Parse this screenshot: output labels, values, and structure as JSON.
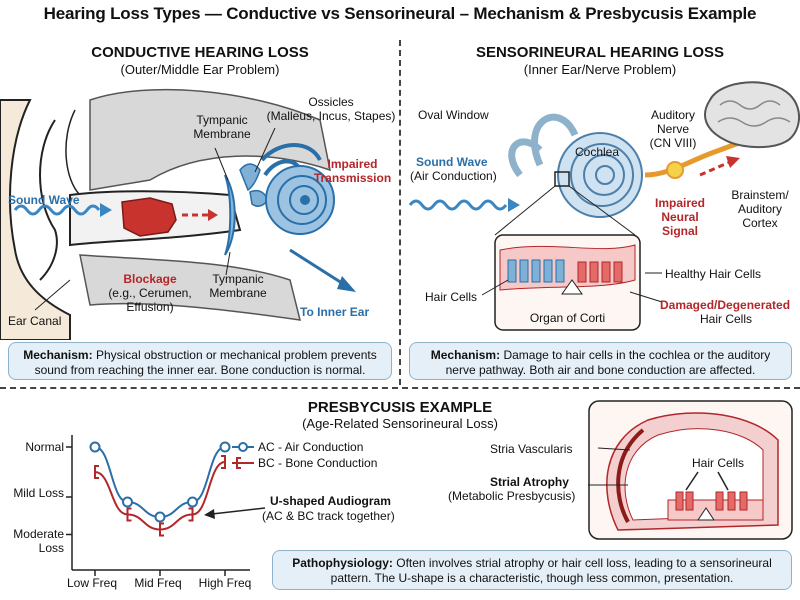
{
  "title": "Hearing Loss Types — Conductive vs Sensorineural – Mechanism & Presbycusis Example",
  "conductive": {
    "title": "CONDUCTIVE HEARING LOSS",
    "subtitle": "(Outer/Middle Ear Problem)",
    "labels": {
      "ossicles": "Ossicles\n(Malleus, Incus, Stapes)",
      "tympanic_top": "Tympanic\nMembrane",
      "impaired": "Impaired\nTransmission",
      "sound_wave": "Sound Wave",
      "blockage": "Blockage",
      "blockage_sub": "(e.g., Cerumen,\nEffusion)",
      "tympanic_bottom": "Tympanic\nMembrane",
      "to_inner_ear": "To Inner Ear",
      "ear_canal": "Ear Canal"
    },
    "mechanism_label": "Mechanism:",
    "mechanism_text": "Physical obstruction or mechanical problem prevents sound from reaching the inner ear. Bone conduction is normal."
  },
  "sensorineural": {
    "title": "SENSORINEURAL HEARING LOSS",
    "subtitle": "(Inner Ear/Nerve Problem)",
    "labels": {
      "oval_window": "Oval Window",
      "cochlea": "Cochlea",
      "auditory_nerve": "Auditory\nNerve\n(CN VIII)",
      "sound_wave": "Sound Wave",
      "air_conduction": "(Air Conduction)",
      "impaired_neural": "Impaired\nNeural\nSignal",
      "brainstem": "Brainstem/\nAuditory\nCortex",
      "healthy_hair": "Healthy Hair Cells",
      "hair_cells": "Hair Cells",
      "damaged": "Damaged/Degenerated",
      "damaged_sub": "Hair Cells",
      "organ_corti": "Organ of Corti"
    },
    "mechanism_label": "Mechanism:",
    "mechanism_text": "Damage to hair cells in the cochlea or the auditory nerve pathway. Both air and bone conduction are affected."
  },
  "presbycusis": {
    "title": "PRESBYCUSIS EXAMPLE",
    "subtitle": "(Age-Related Sensorineural Loss)",
    "labels": {
      "stria": "Stria Vascularis",
      "hair_cells": "Hair Cells",
      "strial_atrophy": "Strial Atrophy",
      "metabolic": "(Metabolic Presbycusis)",
      "u_shaped": "U-shaped Audiogram",
      "u_shaped_sub": "(AC & BC track together)"
    },
    "patho_label": "Pathophysiology:",
    "patho_text": "Often involves strial atrophy or hair cell loss, leading to a sensorineural pattern. The U-shape is a characteristic, though less common, presentation."
  },
  "chart_data": {
    "type": "line",
    "categories": [
      "Low Freq",
      "",
      "Mid Freq",
      "",
      "High Freq"
    ],
    "y_ticks": [
      "Normal",
      "Mild Loss",
      "Moderate\nLoss"
    ],
    "series": [
      {
        "name": "AC - Air Conduction",
        "values": [
          1.0,
          2.1,
          2.4,
          2.1,
          1.0
        ],
        "color": "#2a6fa8",
        "marker": "circle"
      },
      {
        "name": "BC - Bone Conduction",
        "values": [
          1.5,
          2.35,
          2.65,
          2.35,
          1.3
        ],
        "color": "#b3262a",
        "marker": "bracket"
      }
    ],
    "ylim": [
      0,
      3
    ],
    "legend": "top-right",
    "grid": false
  }
}
